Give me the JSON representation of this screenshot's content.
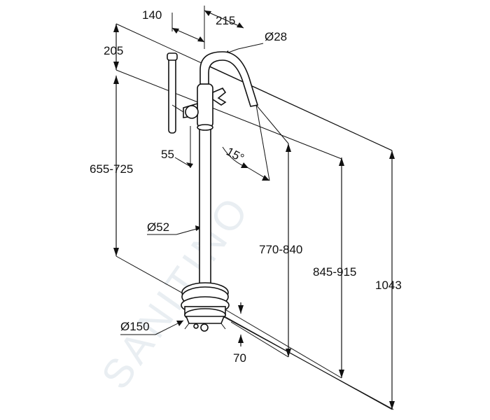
{
  "watermark": "SANITINO",
  "dimensions": {
    "d140": "140",
    "d215": "215",
    "d205": "205",
    "dia28": "Ø28",
    "d15deg": "15°",
    "d55": "55",
    "d655_725": "655-725",
    "dia52": "Ø52",
    "d770_840": "770-840",
    "d845_915": "845-915",
    "d1043": "1043",
    "dia150": "Ø150",
    "d70": "70"
  }
}
